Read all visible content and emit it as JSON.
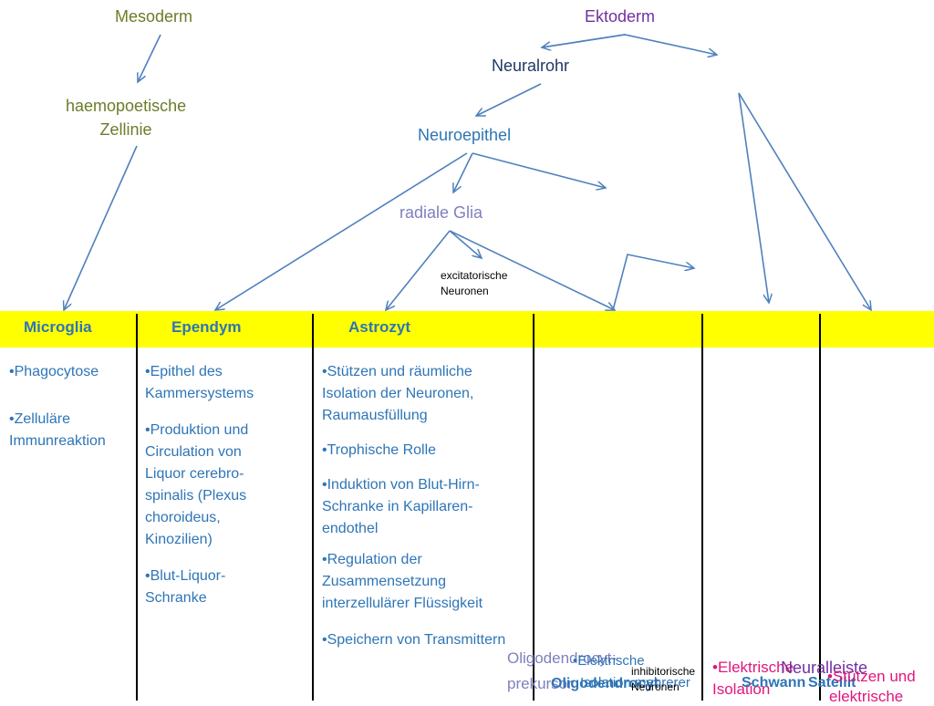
{
  "nodes": {
    "mesoderm": "Mesoderm",
    "ektoderm": "Ektoderm",
    "neuralrohr": "Neuralrohr",
    "haemo_line1": "haemopoetische",
    "haemo_line2": "Zellinie",
    "neuroepithel": "Neuroepithel",
    "radiale_glia": "radiale Glia",
    "excit_line1": "excitatorische",
    "excit_line2": "Neuronen",
    "inhib_line1": "inhibitorische",
    "inhib_line2": "Neuronen"
  },
  "columns": [
    {
      "header": "Microglia",
      "bullets": [
        "•Phagocytose",
        "•Zelluläre Immunreaktion"
      ]
    },
    {
      "header": "Ependym",
      "bullets": [
        "•Epithel des Kammersystems",
        "•Produktion  und Circulation von Liquor cerebro-spinalis (Plexus choroideus, Kinozilien)",
        "•Blut-Liquor-Schranke"
      ]
    },
    {
      "header": "Astrozyt",
      "bullets": [
        "•Stützen und räumliche Isolation der Neuronen, Raumausfüllung",
        "•Trophische Rolle",
        "•Induktion von Blut-Hirn-Schranke in Kapillaren-endothel",
        "•Regulation der Zusammensetzung interzellulärer Flüssigkeit",
        "•Speichern von Transmittern"
      ]
    }
  ],
  "overlap": {
    "oligo_prekursor": "Oligodendrocyt-",
    "oligo_prekursor2": "prekursor",
    "oligodendrocyt": "Oligodendrocyt",
    "elektrische_a": "•Elektrische",
    "isolation_a": "Isolation mehrerer",
    "elektrische_b": "•Elektrische",
    "isolation_b": "Isolation",
    "neuralleiste": "Neuralleiste",
    "schwann": "Schwann",
    "satellit": "Satellit",
    "stuetzen": "•Stützen und",
    "elektrische_c": "elektrische"
  },
  "colors": {
    "band": "#ffff00",
    "arrow": "#4f81bd",
    "header_text": "#2e75b6"
  }
}
